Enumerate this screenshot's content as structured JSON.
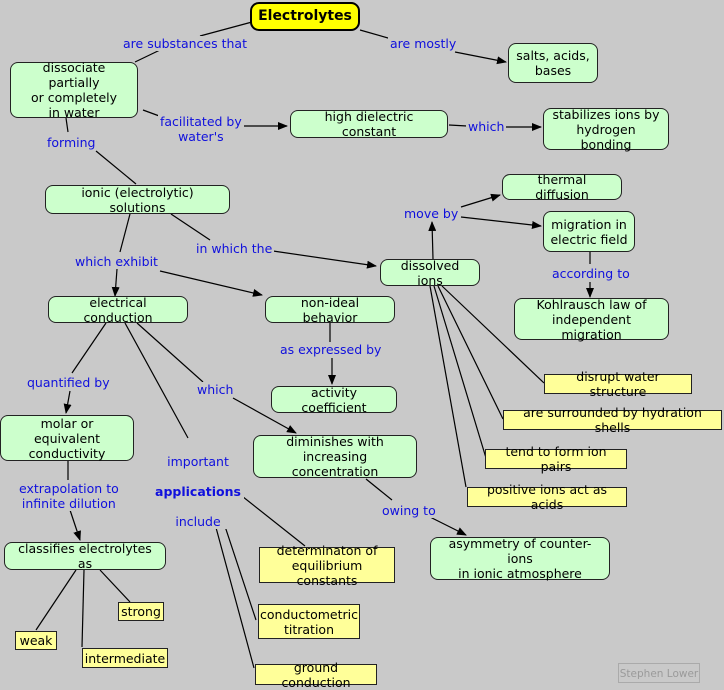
{
  "nodes": {
    "electrolytes": "Electrolytes",
    "dissociate": "dissociate partially\nor completely\nin water",
    "salts": "salts, acids,\nbases",
    "dielectric": "high dielectric constant",
    "stabilizes": "stabilizes ions by\nhydrogen bonding",
    "ionic_solutions": "ionic (electrolytic) solutions",
    "thermal_diffusion": "thermal diffusion",
    "migration": "migration in\nelectric field",
    "dissolved_ions": "dissolved ions",
    "kohlrausch": "Kohlrausch law of\nindependent migration",
    "electrical_conduction": "electrical conduction",
    "non_ideal": "non-ideal behavior",
    "activity": "activity coefficient",
    "molar": "molar or equivalent\nconductivity",
    "diminishes": "diminishes with\nincreasing concentration",
    "asymmetry": "asymmetry of counter-ions\nin ionic atmosphere",
    "classifies": "classifies electrolytes as",
    "determination": "determinaton of\nequilibrium constants",
    "conductometric": "conductometric\ntitration",
    "ground": "ground conduction",
    "weak": "weak",
    "strong": "strong",
    "intermediate": "intermediate",
    "disrupt": "disrupt water structure",
    "hydration": "are surrounded by hydration shells",
    "ion_pairs": "tend to form ion pairs",
    "positive_acids": "positive ions act as acids"
  },
  "links": {
    "are_substances": "are substances that",
    "are_mostly": "are mostly",
    "facilitated": "facilitated by\nwater's",
    "which1": "which",
    "forming": "forming",
    "move_by": "move by",
    "in_which_the": "in which the",
    "which_exhibit": "which exhibit",
    "according_to": "according to",
    "as_expressed": "as expressed by",
    "quantified": "quantified by",
    "which2": "which",
    "important": "important",
    "applications": "applications",
    "include": "include",
    "extrapolation": "extrapolation to\ninfinite dilution",
    "owing_to": "owing to"
  },
  "credit": "Stephen Lower",
  "colors": {
    "concept": "#ccffcc",
    "root": "#ffff00",
    "leaf": "#ffff99",
    "link_text": "#1010dd",
    "background": "#c9c9c9"
  }
}
